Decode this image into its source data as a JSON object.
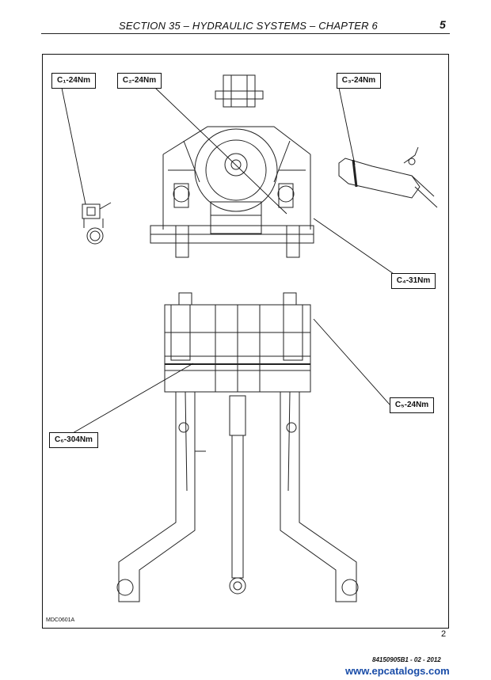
{
  "header": {
    "title": "SECTION 35 – HYDRAULIC SYSTEMS – CHAPTER 6",
    "page_number": "5"
  },
  "figure": {
    "code": "MDC0601A",
    "number": "2",
    "labels": {
      "c1": "C₁-24Nm",
      "c2": "C₂-24Nm",
      "c3": "C₃-24Nm",
      "c4": "C₄-31Nm",
      "c5": "C₅-24Nm",
      "c6": "C₆-304Nm"
    }
  },
  "footer": {
    "doc_code": "84150905B1 - 02 - 2012",
    "watermark": "www.epcatalogs.com"
  }
}
